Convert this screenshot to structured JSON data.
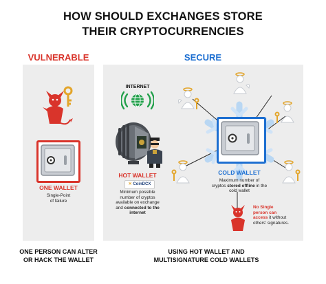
{
  "title": {
    "line1": "HOW SHOULD EXCHANGES STORE",
    "line2": "THEIR CRYPTOCURRENCIES"
  },
  "vulnerable": {
    "heading": "VULNERABLE",
    "wallet_label": "ONE WALLET",
    "wallet_desc_1": "Single-Point",
    "wallet_desc_2": "of failure",
    "caption_1": "ONE PERSON CAN ALTER",
    "caption_2": "OR HACK THE WALLET"
  },
  "secure": {
    "heading": "SECURE",
    "internet_label": "INTERNET",
    "hot_wallet_label": "HOT WALLET",
    "brand": "CoinDCX",
    "hot_desc": [
      "Minimum possible",
      "number of cryptos",
      "available on exchange",
      "and"
    ],
    "hot_desc_bold_1": "connected to the",
    "hot_desc_bold_2": "internet",
    "cold_wallet_label": "COLD WALLET",
    "cold_desc_1": "Maximum number of",
    "cold_desc_2a": "cryptos ",
    "cold_desc_2b": "stored offline",
    "cold_desc_2c": " in the",
    "cold_desc_3": "cold wallet",
    "no_single_1": "No Single",
    "no_single_2": "person can",
    "no_single_3a": "access",
    "no_single_3b": " it without",
    "no_single_4": "others' signatures.",
    "caption_1": "USING HOT WALLET AND",
    "caption_2": "MULTISIGNATURE COLD WALLETS"
  },
  "colors": {
    "vulnerable_red": "#d9342b",
    "secure_blue": "#1d6fd1",
    "key_gold": "#e3a52a",
    "internet_green": "#22a04b"
  },
  "icons": [
    "devil-icon",
    "key-icon",
    "angel-icon",
    "safe-icon",
    "vault-icon",
    "guard-icon",
    "internet-globe-icon",
    "snowflake-icon"
  ]
}
